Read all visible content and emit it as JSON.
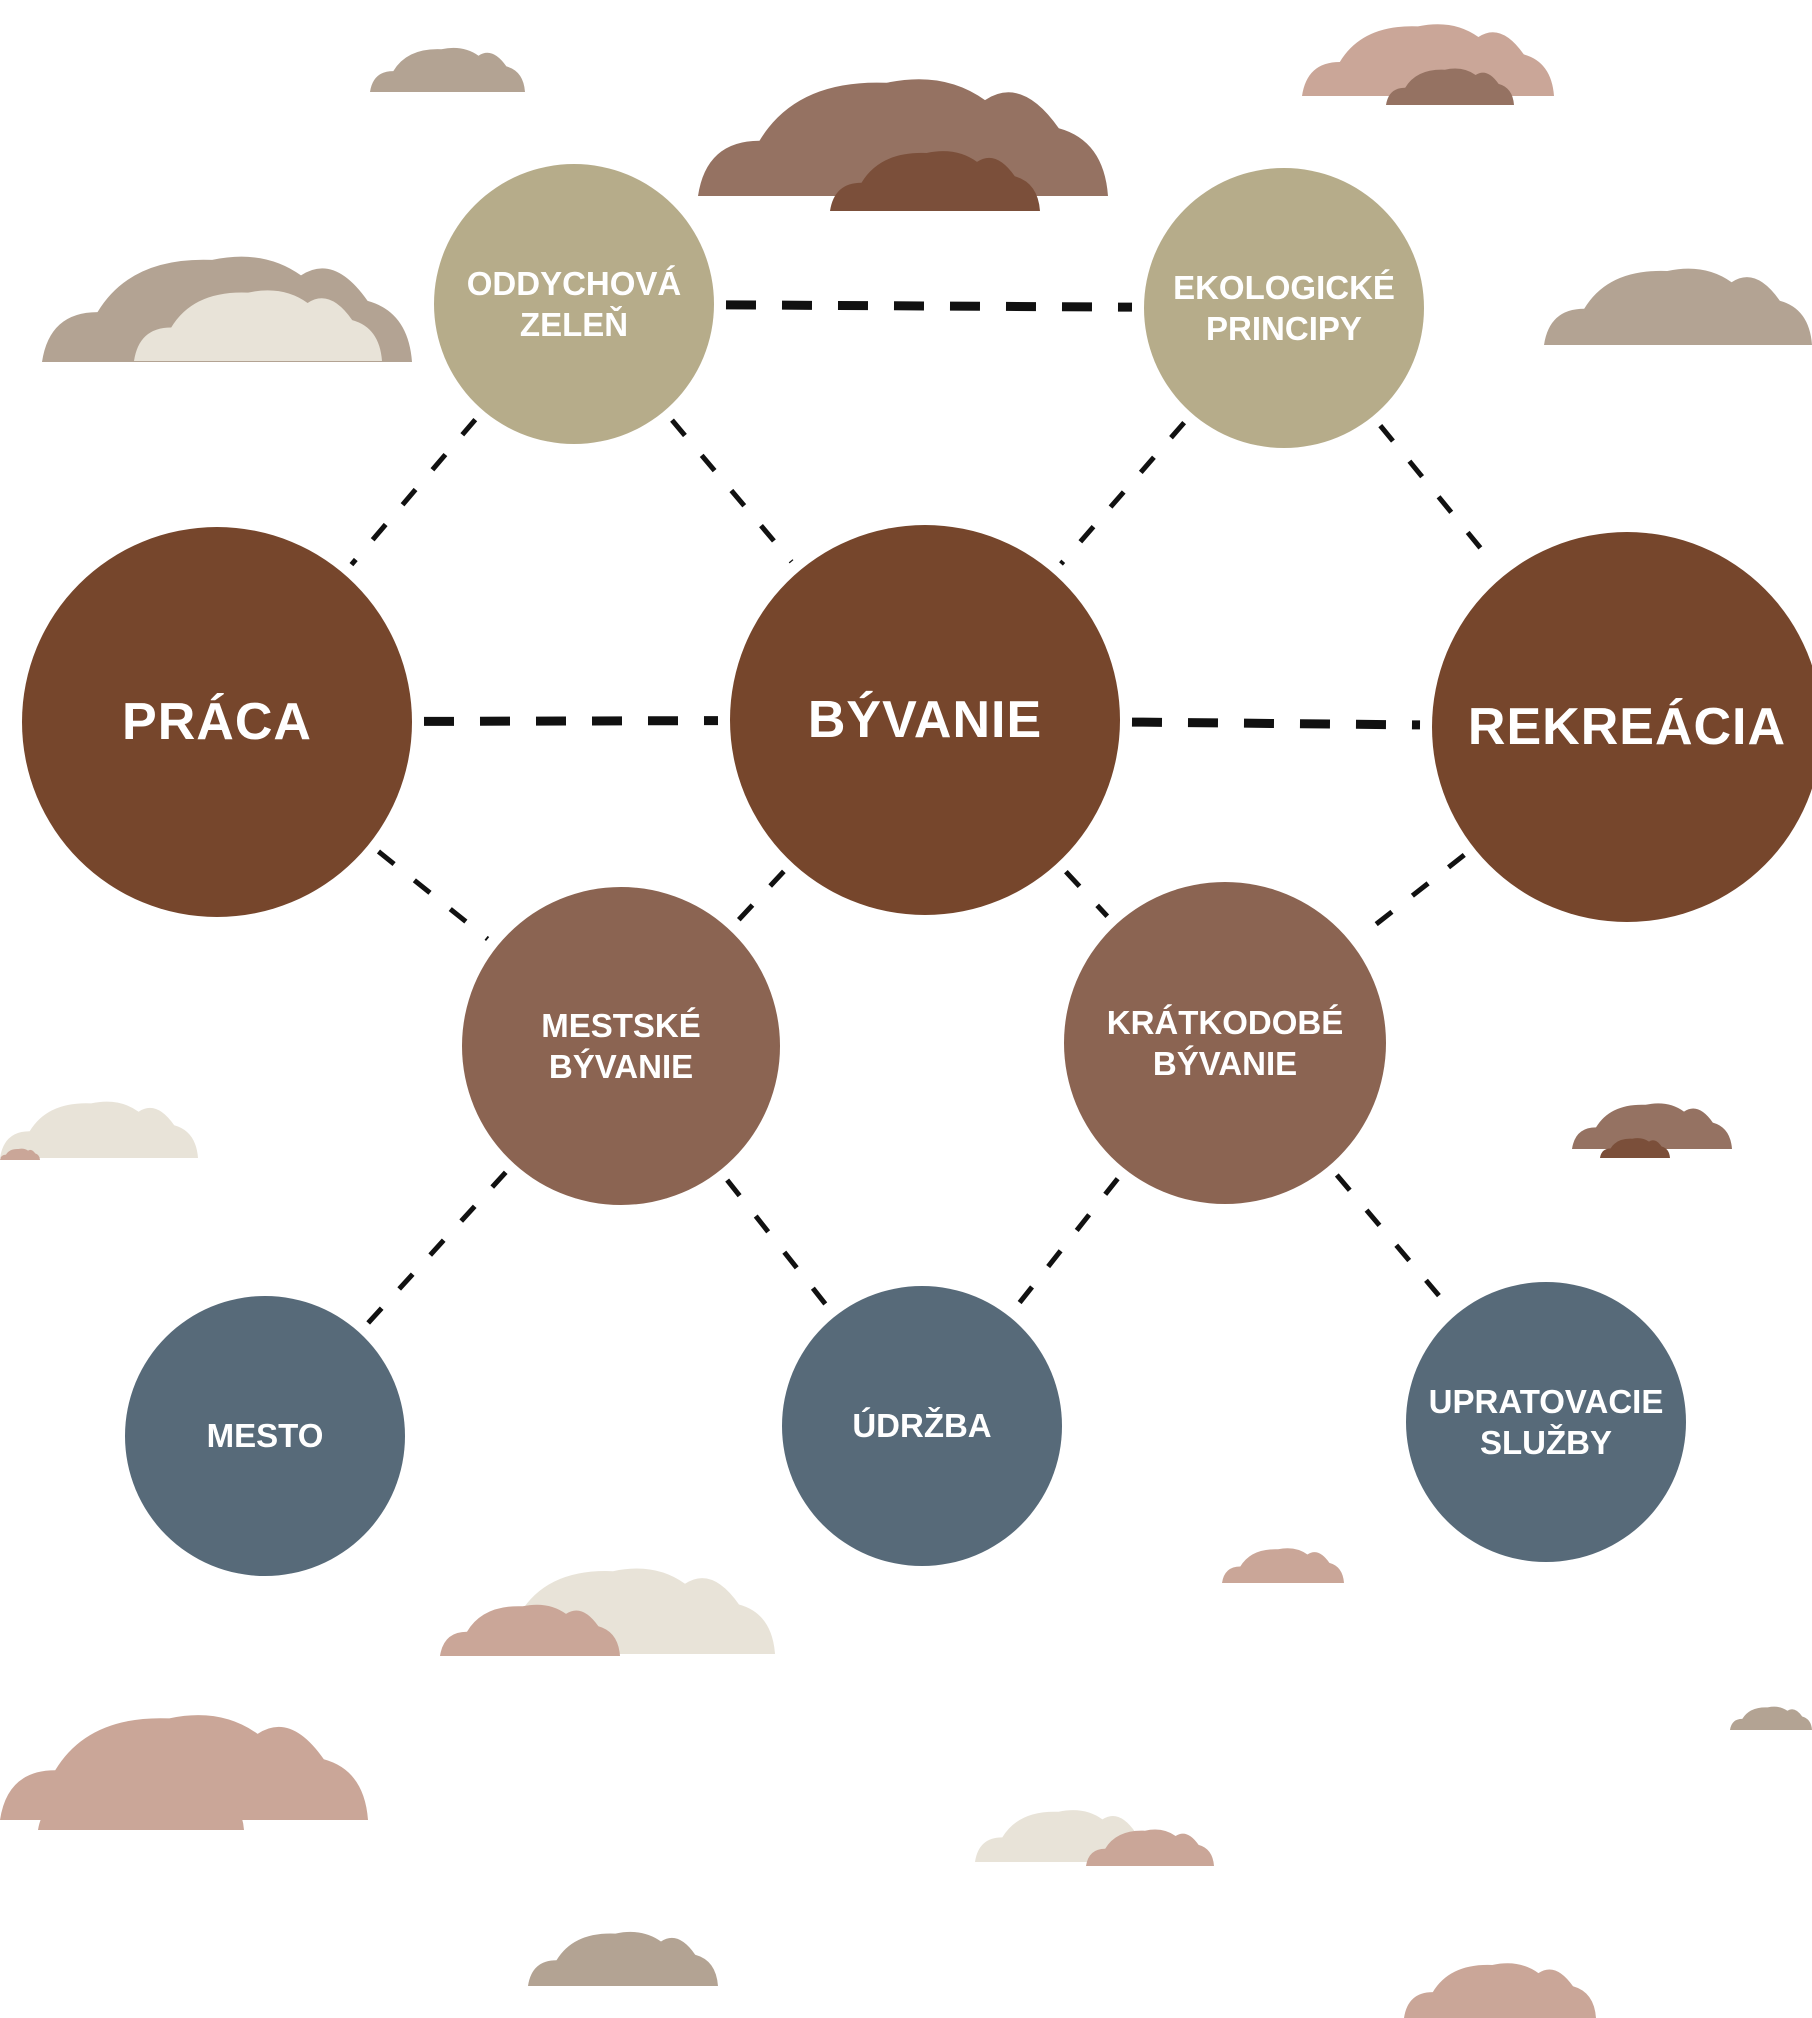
{
  "colors": {
    "main": "#76462c",
    "secondary": "#8b6452",
    "green": "#b6ac8a",
    "blue": "#576a79",
    "line": "#111111",
    "cloud_tan": "#b3a393",
    "cloud_pink": "#caa698",
    "cloud_brown": "#957262",
    "cloud_dark": "#7b4f3a",
    "cloud_cream": "#e8e3d8"
  },
  "nodes": {
    "zelen": {
      "label": "ODDYCHOVÁ\nZELEŇ",
      "color": "#b6ac8a"
    },
    "eko": {
      "label": "EKOLOGICKÉ\nPRINCIPY",
      "color": "#b6ac8a"
    },
    "praca": {
      "label": "PRÁCA",
      "color": "#76462c"
    },
    "byvanie": {
      "label": "BÝVANIE",
      "color": "#76462c"
    },
    "rekreacia": {
      "label": "REKREÁCIA",
      "color": "#76462c"
    },
    "mestske": {
      "label": "MESTSKÉ\nBÝVANIE",
      "color": "#8b6452"
    },
    "kratkodobe": {
      "label": "KRÁTKODOBÉ\nBÝVANIE",
      "color": "#8b6452"
    },
    "mesto": {
      "label": "MESTO",
      "color": "#576a79"
    },
    "udrzba": {
      "label": "ÚDRŽBA",
      "color": "#576a79"
    },
    "upratovacie": {
      "label": "UPRATOVACIE\nSLUŽBY",
      "color": "#576a79"
    }
  },
  "connections": [
    [
      "zelen",
      "eko"
    ],
    [
      "zelen",
      "praca"
    ],
    [
      "zelen",
      "byvanie"
    ],
    [
      "eko",
      "byvanie"
    ],
    [
      "eko",
      "rekreacia"
    ],
    [
      "praca",
      "byvanie"
    ],
    [
      "byvanie",
      "rekreacia"
    ],
    [
      "praca",
      "mestske"
    ],
    [
      "byvanie",
      "mestske"
    ],
    [
      "byvanie",
      "kratkodobe"
    ],
    [
      "rekreacia",
      "kratkodobe"
    ],
    [
      "mestske",
      "mesto"
    ],
    [
      "mestske",
      "udrzba"
    ],
    [
      "kratkodobe",
      "udrzba"
    ],
    [
      "kratkodobe",
      "upratovacie"
    ]
  ]
}
